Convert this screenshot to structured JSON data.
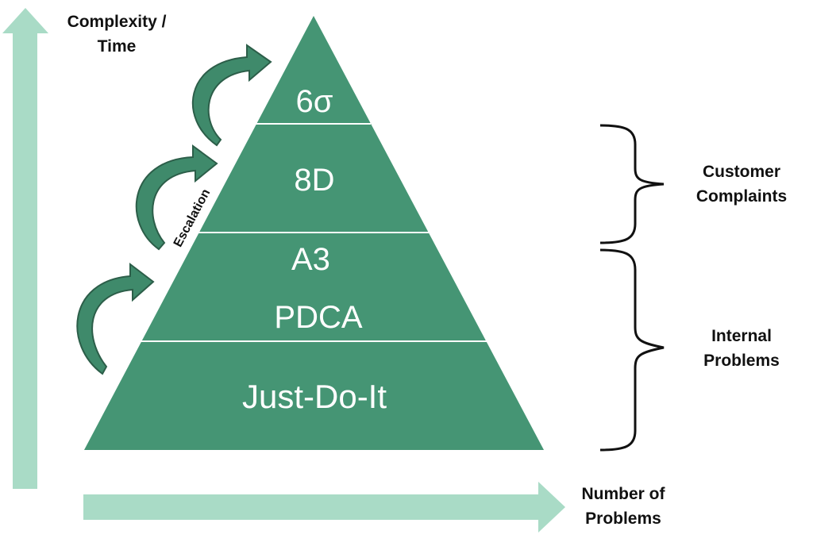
{
  "axes": {
    "y_label": "Complexity /\nTime",
    "x_label": "Number of\nProblems"
  },
  "pyramid": {
    "levels": [
      {
        "label": "6σ"
      },
      {
        "label": "8D"
      },
      {
        "label": "A3\nPDCA"
      },
      {
        "label": "Just-Do-It"
      }
    ],
    "escalation_label": "Escalation"
  },
  "brackets": [
    {
      "label": "Customer\nComplaints"
    },
    {
      "label": "Internal\nProblems"
    }
  ],
  "colors": {
    "pyramid_fill": "#459574",
    "arrow_fill": "#a9dbc6",
    "curved_arrow_fill": "#3f8a6b",
    "curved_arrow_stroke": "#2c5e49",
    "level_text": "#ffffff",
    "divider": "#ffffff"
  }
}
